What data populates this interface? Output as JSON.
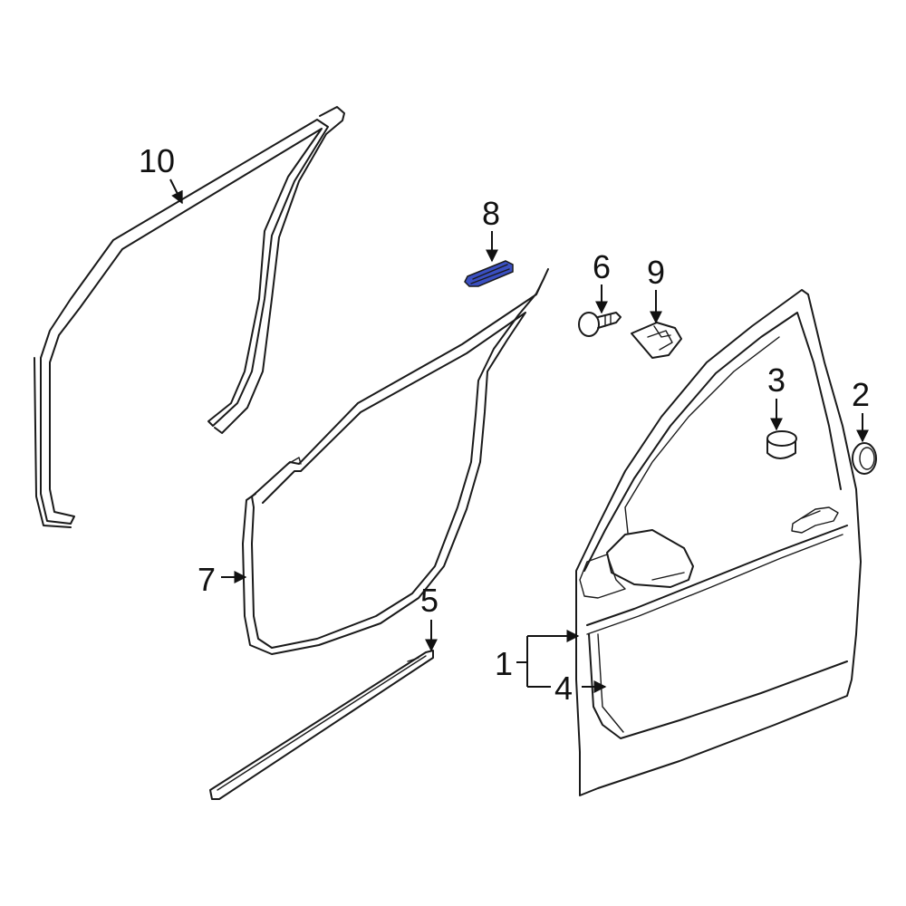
{
  "callouts": {
    "c1": "1",
    "c2": "2",
    "c3": "3",
    "c4": "4",
    "c5": "5",
    "c6": "6",
    "c7": "7",
    "c8": "8",
    "c9": "9",
    "c10": "10"
  },
  "colors": {
    "highlight": "#3a4fc1",
    "line": "#1a1a1a",
    "background": "#ffffff"
  }
}
